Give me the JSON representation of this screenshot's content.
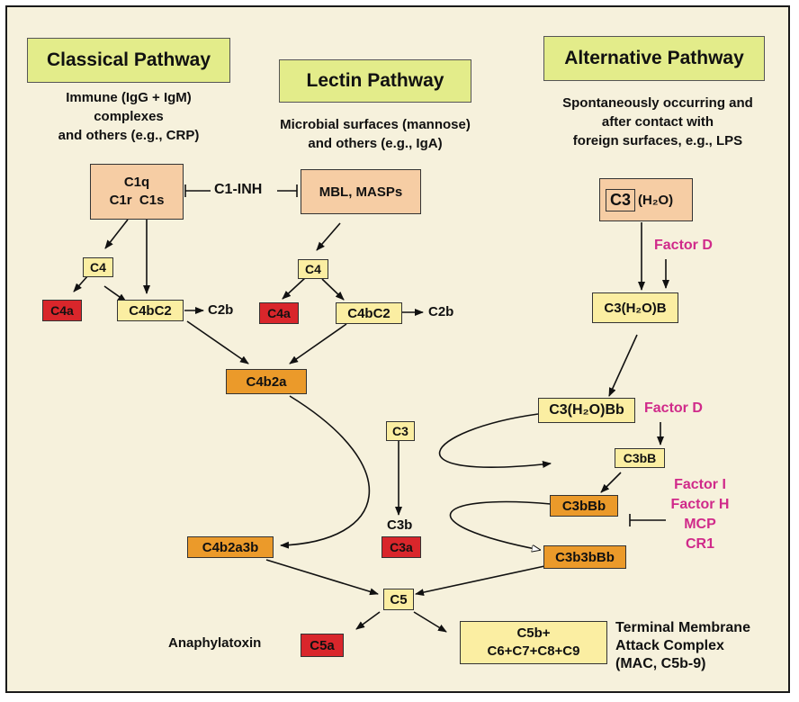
{
  "pathways": {
    "classical": {
      "title": "Classical Pathway",
      "desc": [
        "Immune (IgG + IgM)",
        "complexes",
        "and others (e.g., CRP)"
      ]
    },
    "lectin": {
      "title": "Lectin Pathway",
      "desc": [
        "Microbial surfaces (mannose)",
        "and others (e.g., IgA)"
      ]
    },
    "alternative": {
      "title": "Alternative Pathway",
      "desc": [
        "Spontaneously occurring and",
        "after contact with",
        "foreign surfaces, e.g., LPS"
      ]
    }
  },
  "nodes": {
    "c1": {
      "line1": "C1q",
      "line2": "C1r  C1s"
    },
    "c1_inh": "C1-INH",
    "mbl": "MBL, MASPs",
    "c3_h2o": {
      "c3": "C3",
      "h2o": "(H₂O)"
    },
    "factor_d_1": "Factor D",
    "c4_left": "C4",
    "c4a_left": "C4a",
    "c4bc2_left": "C4bC2",
    "c2b_left": "C2b",
    "c4_mid": "C4",
    "c4a_mid": "C4a",
    "c4bc2_mid": "C4bC2",
    "c2b_mid": "C2b",
    "c3h2ob": "C3(H₂O)B",
    "c4b2a": "C4b2a",
    "c3h2obb": "C3(H₂O)Bb",
    "factor_d_2": "Factor D",
    "c3": "C3",
    "c3bB": "C3bB",
    "factor_regulators": [
      "Factor I",
      "Factor H",
      "MCP",
      "CR1"
    ],
    "c3bBb": "C3bBb",
    "c3b": "C3b",
    "c3a": "C3a",
    "c4b2a3b": "C4b2a3b",
    "c3b3bBb": "C3b3bBb",
    "c5": "C5",
    "anaphylatoxin": "Anaphylatoxin",
    "c5a": "C5a",
    "mac_box": {
      "line1": "C5b+",
      "line2": "C6+C7+C8+C9"
    },
    "mac_label": [
      "Terminal Membrane",
      "Attack Complex",
      "(MAC, C5b-9)"
    ]
  },
  "colors": {
    "background": "#f6f1dc",
    "title_box": "#e3ec8a",
    "peach": "#f6cda4",
    "yellow": "#fbeea2",
    "orange": "#eb9a2a",
    "red": "#d9262b",
    "magenta": "#d02a8a"
  }
}
